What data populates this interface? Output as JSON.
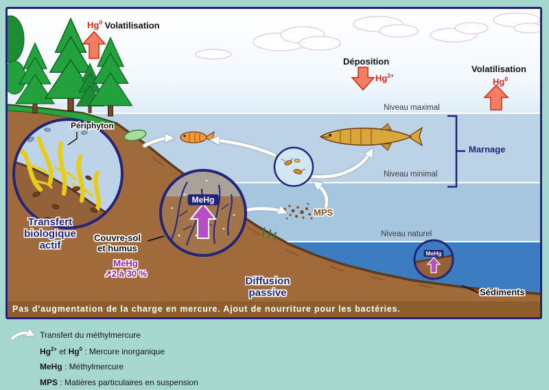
{
  "top": {
    "left_volat": {
      "hg": "Hg",
      "sup": "0",
      "label": "Volatilisation"
    },
    "deposition": {
      "label": "Déposition",
      "hg": "Hg",
      "sup": "2+"
    },
    "right_volat": {
      "label": "Volatilisation",
      "hg": "Hg",
      "sup": "0"
    }
  },
  "levels": {
    "maximal": "Niveau maximal",
    "minimal": "Niveau minimal",
    "naturel": "Niveau naturel"
  },
  "labels": {
    "marnage": "Marnage",
    "periphyton": "Périphyton",
    "transfert": [
      "Transfert",
      "biologique",
      "actif"
    ],
    "couvre_sol": [
      "Couvre-sol",
      "et humus"
    ],
    "mehg_title": "MeHg",
    "mehg_change": "↗2 à 30 %",
    "diffusion": [
      "Diffusion",
      "passive"
    ],
    "mps": "MPS",
    "sediments": "Sédiments",
    "mehg_pill": "MeHg",
    "mehg_pill_small": "MeHg"
  },
  "banner": {
    "text": "Pas d'augmentation de la charge en mercure. Ajout de nourriture pour les bactéries."
  },
  "legend": {
    "item1": "Transfert du méthylmercure",
    "item2": {
      "hg2": "Hg",
      "hg2_sup": "2+",
      "mid": " et ",
      "hg0": "Hg",
      "hg0_sup": "0",
      "rest": " : Mercure inorganique"
    },
    "item3": {
      "term": "MeHg",
      "rest": " : Méthylmercure"
    },
    "item4": {
      "term": "MPS",
      "rest": " : Matières particulaires en suspension"
    }
  }
}
